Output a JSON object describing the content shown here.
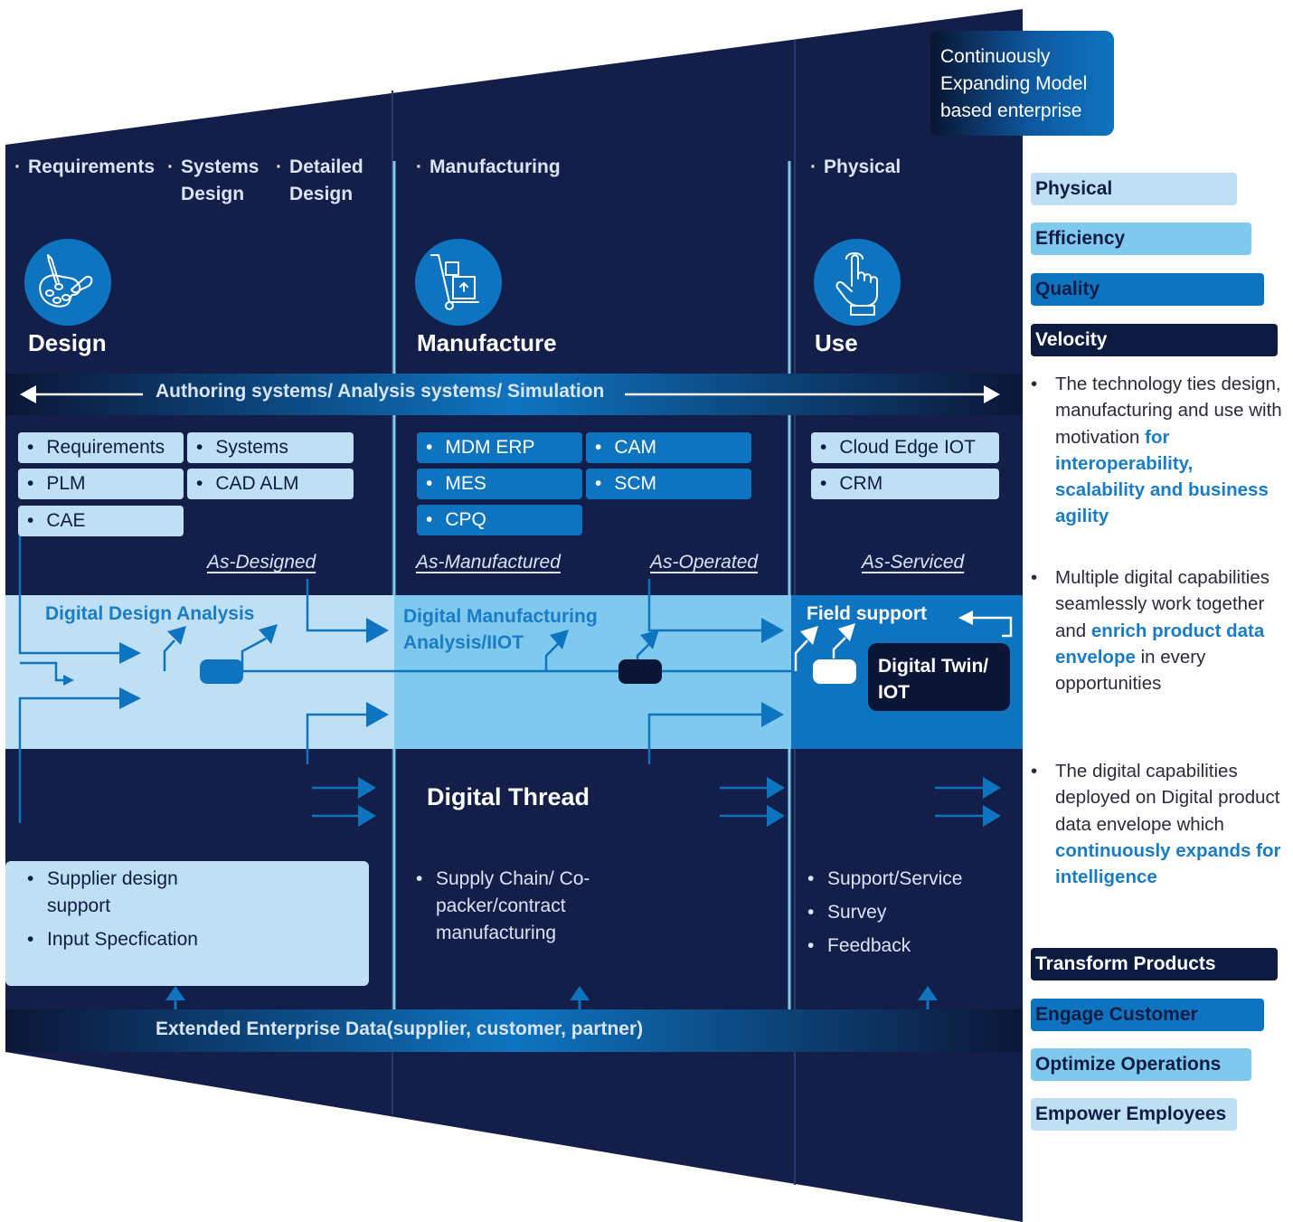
{
  "colors": {
    "navy": "#131f48",
    "accent": "#0e74c0",
    "light_blue": "#bfe0f4",
    "sky_blue": "#7fc9ef",
    "highlight_text": "#1a7cc4"
  },
  "callout": "Continuously Expanding Model based enterprise",
  "stages": [
    {
      "id": "design",
      "title": "Design",
      "icon": "palette-brush-icon",
      "items": [
        "Requirements",
        "Systems Design",
        "Detailed Design"
      ]
    },
    {
      "id": "manufacture",
      "title": "Manufacture",
      "icon": "hand-truck-boxes-icon",
      "items": [
        "Manufacturing"
      ]
    },
    {
      "id": "use",
      "title": "Use",
      "icon": "pointing-hand-icon",
      "items": [
        "Physical"
      ]
    }
  ],
  "authoring_band": "Authoring systems/ Analysis systems/ Simulation",
  "systems": {
    "design": [
      "Requirements",
      "Systems",
      "PLM",
      "CAD ALM",
      "CAE"
    ],
    "manufacture": [
      "MDM ERP",
      "CAM",
      "MES",
      "SCM",
      "CPQ"
    ],
    "use": [
      "Cloud Edge IOT",
      "CRM"
    ]
  },
  "states": [
    "As-Designed",
    "As-Manufactured",
    "As-Operated",
    "As-Serviced"
  ],
  "analysis": {
    "design": "Digital Design Analysis",
    "manufacture": "Digital Manufacturing Analysis/IIOT",
    "use": "Field support",
    "twin": "Digital Twin/ IOT"
  },
  "digital_thread": "Digital Thread",
  "lower_lists": {
    "design": [
      "Supplier design support",
      "Input Specfication"
    ],
    "manufacture": [
      "Supply Chain/ Co-packer/contract manufacturing"
    ],
    "use": [
      "Support/Service",
      "Survey",
      "Feedback"
    ]
  },
  "bottom_band": "Extended Enterprise Data(supplier, customer, partner)",
  "side_tags_top": [
    "Physical",
    "Efficiency",
    "Quality",
    "Velocity"
  ],
  "side_tags_bottom": [
    "Transform Products",
    "Engage Customer",
    "Optimize Operations",
    "Empower Employees"
  ],
  "descriptions": [
    {
      "plain": "The technology ties design, manufacturing and use with motivation ",
      "highlight": "for interoperability, scalability and business agility",
      "tail": ""
    },
    {
      "plain": "Multiple digital capabilities seamlessly work together and ",
      "highlight": "enrich product data envelope",
      "tail": " in every opportunities"
    },
    {
      "plain": "The digital capabilities deployed on Digital product data envelope which ",
      "highlight": "continuously expands for intelligence",
      "tail": ""
    }
  ]
}
